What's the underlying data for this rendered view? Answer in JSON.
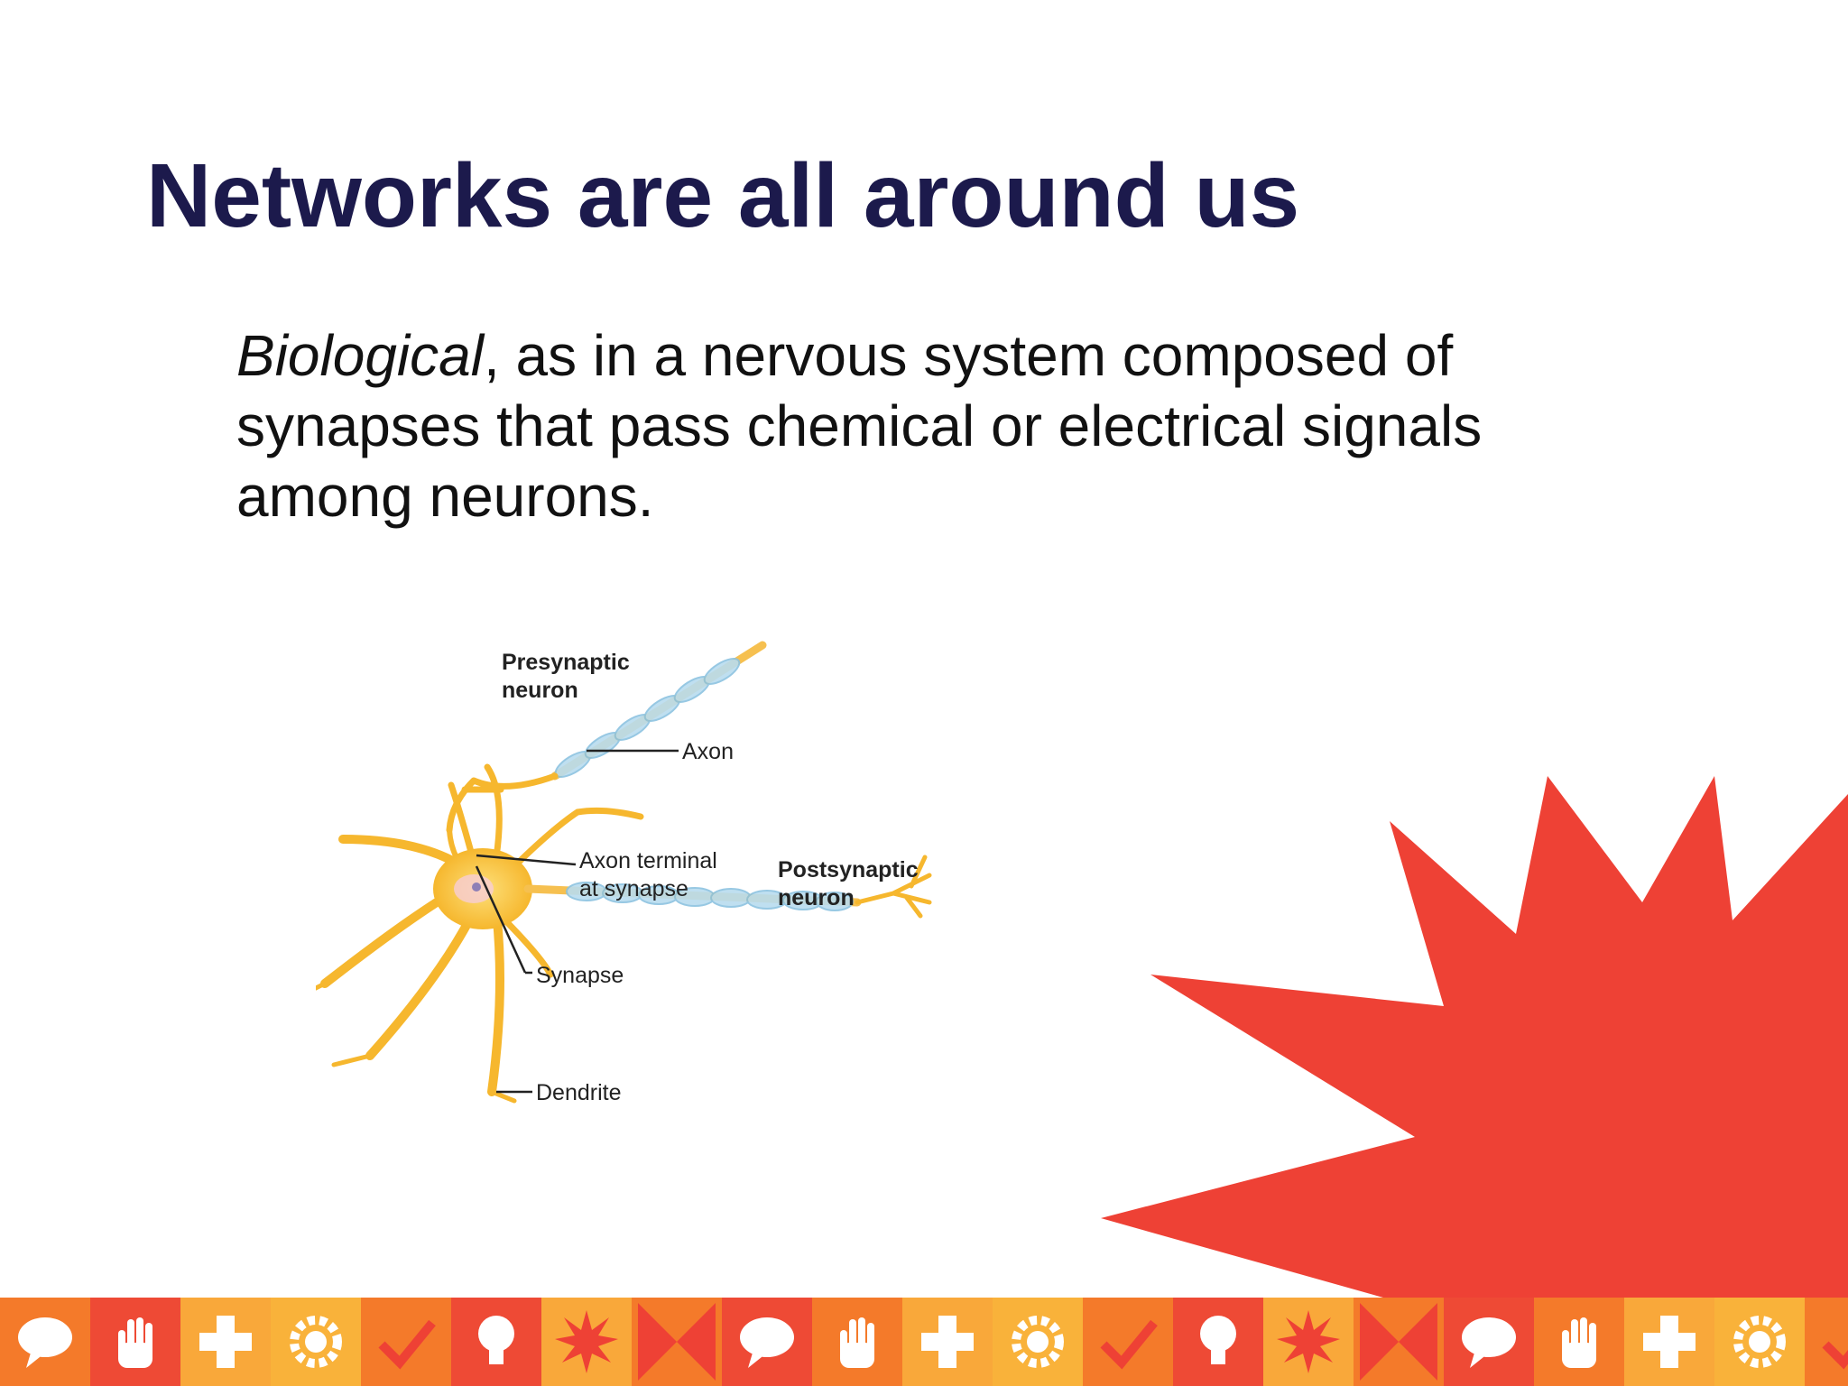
{
  "slide": {
    "title": "Networks are all around us",
    "body_em": "Biological",
    "body_rest": ", as in a nervous system composed of synapses that pass chemical or electrical signals among neurons."
  },
  "diagram": {
    "presynaptic_line1": "Presynaptic",
    "presynaptic_line2": "neuron",
    "axon": "Axon",
    "axon_terminal_line1": "Axon terminal",
    "axon_terminal_line2": "at synapse",
    "postsynaptic_line1": "Postsynaptic",
    "postsynaptic_line2": "neuron",
    "synapse": "Synapse",
    "dendrite": "Dendrite"
  },
  "decor": {
    "burst_color": "#ee4135",
    "strip_icons": [
      "speech-bubble",
      "hand",
      "plus",
      "gear",
      "check",
      "lightbulb",
      "starburst",
      "bowtie",
      "speech-bubble",
      "hand",
      "plus",
      "gear",
      "check",
      "lightbulb",
      "starburst",
      "bowtie",
      "speech-bubble",
      "hand",
      "plus",
      "gear",
      "check"
    ],
    "strip_colors": [
      "#f47a2a",
      "#ee4a35",
      "#f9a83a",
      "#f9b23a",
      "#f47a2a",
      "#ee4a35",
      "#f9a83a",
      "#f47a2a",
      "#ee4a35",
      "#f47a2a",
      "#f9a83a",
      "#f9b23a",
      "#f47a2a",
      "#ee4a35",
      "#f9a83a",
      "#f47a2a",
      "#ee4a35",
      "#f47a2a",
      "#f9a83a",
      "#f9b23a",
      "#f47a2a"
    ]
  }
}
